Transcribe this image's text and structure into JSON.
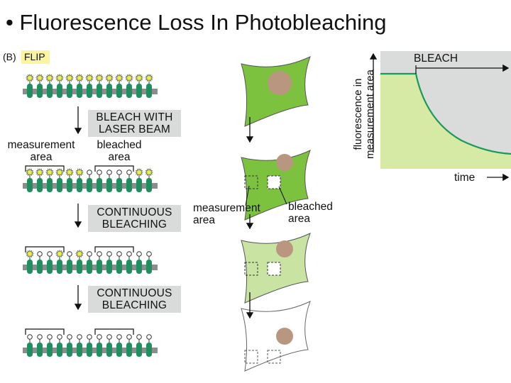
{
  "title": "• Fluorescence Loss In Photobleaching",
  "panel": {
    "label": "(B)",
    "tag": "FLIP"
  },
  "steps": [
    {
      "text": "BLEACH WITH\nLASER BEAM"
    },
    {
      "text": "CONTINUOUS\nBLEACHING"
    },
    {
      "text": "CONTINUOUS\nBLEACHING"
    }
  ],
  "membrane_labels": {
    "measurement": "measurement\narea",
    "bleached": "bleached\narea"
  },
  "cell_labels": {
    "measurement": "measurement\narea",
    "bleached": "bleached\narea"
  },
  "graph": {
    "ylabel": "fluorescence in\nmeasurement area",
    "xlabel": "time",
    "annotation": "BLEACH"
  },
  "colors": {
    "protein_green": "#1f8f60",
    "membrane_gray": "#8c8c8c",
    "star_yellow": "#e8f04a",
    "cell_green_1": "#7cc23f",
    "cell_green_2": "#a7d36e",
    "cell_green_3": "#c9e3a3",
    "nucleus_brown": "#b99680",
    "curve_green": "#1a9a5a",
    "graph_fill_green": "#d6e9a5",
    "graph_fill_gray": "#dadcdb"
  }
}
